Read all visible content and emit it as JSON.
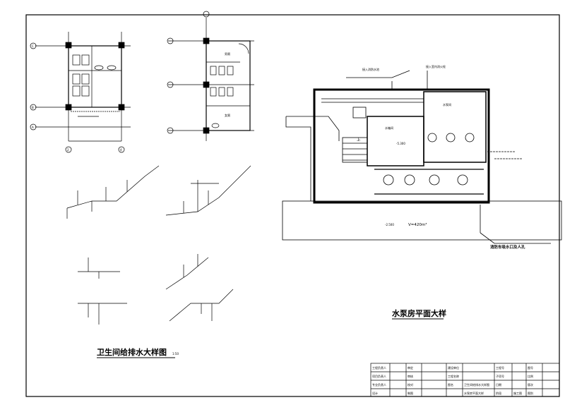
{
  "drawing": {
    "title_left": "卫生间给排水大样图",
    "title_left_scale": "1:50",
    "title_right": "水泵房平面大样",
    "label_steps": "上",
    "label_volume": "V=420m³",
    "label_fire_inlet": "消防车吸水口及人孔",
    "label_level_1": "-5.300",
    "label_level_2": "-2.500",
    "label_tank": "水箱间",
    "label_pump_room": "水泵间",
    "label_room_a": "男厕",
    "label_room_b": "女厕",
    "label_pipe_1": "接入消防水池",
    "label_pipe_2": "接入室内消火栓"
  },
  "title_block": {
    "row1": [
      "工程负责人",
      "",
      "审定",
      "",
      "建设单位",
      "",
      "工程号",
      "",
      "图号"
    ],
    "row2": [
      "项目负责人",
      "",
      "审核",
      "",
      "工程名称",
      "",
      "子项号",
      "",
      "比例"
    ],
    "row3": [
      "专业负责人",
      "",
      "校对",
      "",
      "图名",
      "卫生间给排水大样图",
      "日期",
      "",
      "版次"
    ],
    "row4": [
      "设计",
      "",
      "制图",
      "",
      "",
      "水泵房平面大样",
      "阶段",
      "施工图",
      "图别"
    ]
  }
}
